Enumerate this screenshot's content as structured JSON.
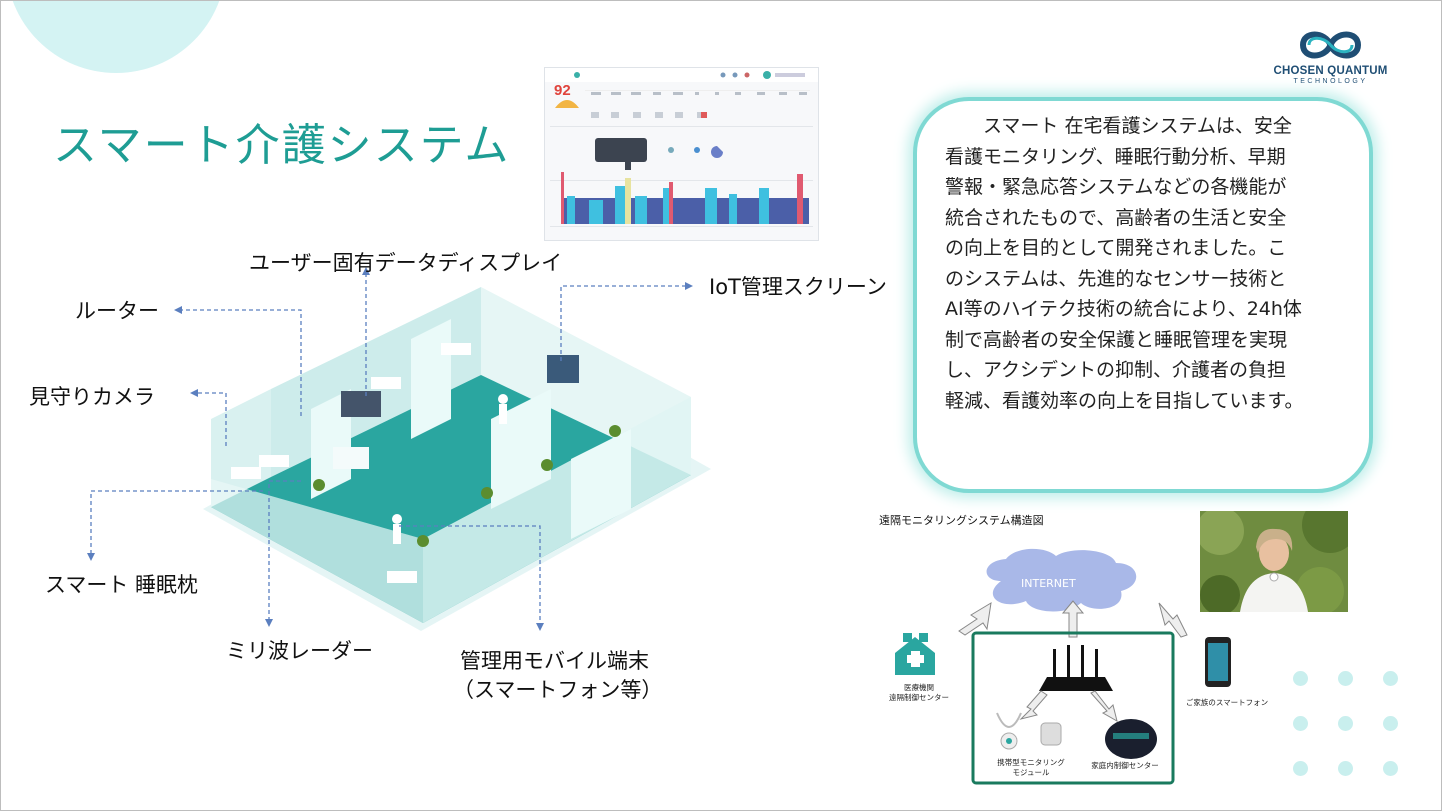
{
  "title": "スマート介護システム",
  "logo": {
    "name": "CHOSEN QUANTUM",
    "sub": "TECHNOLOGY"
  },
  "description": [
    "　　スマート 在宅看護システムは、安全",
    "看護モニタリング、睡眠行動分析、早期",
    "警報・緊急応答システムなどの各機能が",
    "統合されたもので、高齢者の生活と安全",
    "の向上を目的として開発されました。こ",
    "のシステムは、先進的なセンサー技術と",
    "AI等のハイテク技術の統合により、24h体",
    "制で高齢者の安全保護と睡眠管理を実現",
    "し、アクシデントの抑制、介護者の負担",
    "軽減、看護効率の向上を目指しています。"
  ],
  "labels": {
    "user_display": "ユーザー固有データディスプレイ",
    "iot_screen": "IoT管理スクリーン",
    "router": "ルーター",
    "camera": "見守りカメラ",
    "pillow": "スマート 睡眠枕",
    "radar": "ミリ波レーダー",
    "mobile": "管理用モバイル端末",
    "mobile_sub": "（スマートフォン等）"
  },
  "dashboard": {
    "score": "92"
  },
  "network": {
    "title": "遠隔モニタリングシステム構造図",
    "internet": "INTERNET",
    "hospital": [
      "医療機関",
      "遠隔制御センター"
    ],
    "family_phone": "ご家族のスマートフォン",
    "wearable": [
      "携帯型モニタリング",
      "モジュール"
    ],
    "home_center": "家庭内制御センター"
  },
  "colors": {
    "accent": "#1e9d94",
    "teal_floor": "#2aa6a0",
    "box_border": "#7fd9d3",
    "dot": "#c9efee",
    "cloud": "#a9b8e8",
    "navy": "#1f4e74"
  }
}
